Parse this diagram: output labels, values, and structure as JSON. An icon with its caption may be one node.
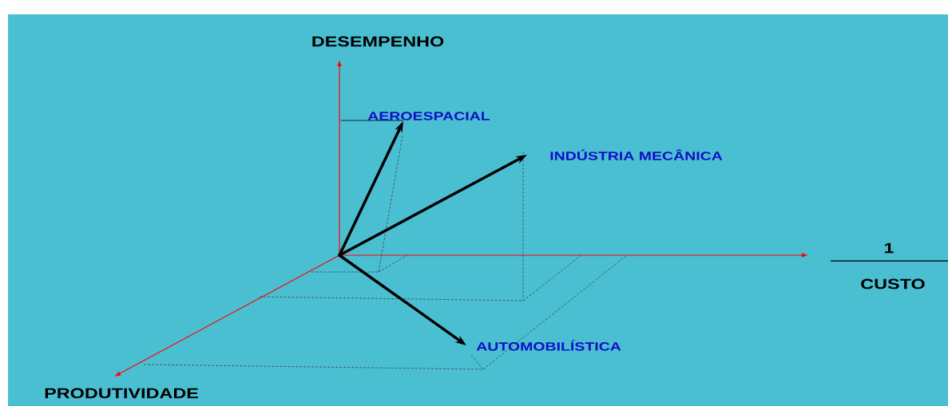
{
  "diagram": {
    "nodes": [
      {
        "text": [
          "AEROESPACIAL"
        ]
      },
      {
        "text": [
          "INDÚSTRIA MECÂNICA"
        ]
      },
      {
        "text": [
          "AUTOMOBILÍSTICA"
        ]
      },
      {
        "text": [],
        "shape": "point"
      }
    ],
    "edges": [
      {
        "from": 3,
        "to": 0,
        "arrow": "to"
      },
      {
        "from": 3,
        "to": 1,
        "arrow": "to"
      },
      {
        "from": 3,
        "to": 2,
        "arrow": "to"
      }
    ],
    "labels": [
      "DESEMPENHO",
      "1",
      "CUSTO",
      "PRODUTIVIDADE"
    ]
  }
}
